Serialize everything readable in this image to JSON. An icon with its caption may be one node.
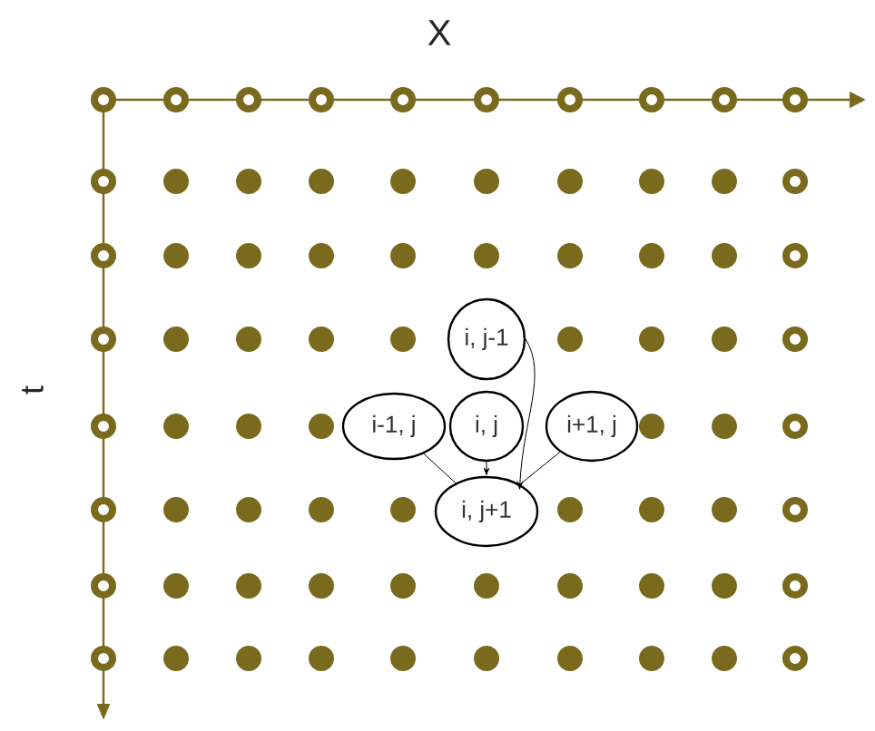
{
  "diagram": {
    "nodes": [
      {
        "text": [
          "i, j-1"
        ]
      },
      {
        "text": [
          "i-1, j"
        ]
      },
      {
        "text": [
          "i, j"
        ]
      },
      {
        "text": [
          "i+1, j"
        ]
      },
      {
        "text": [
          "i, j+1"
        ]
      }
    ],
    "edges": [
      {
        "from": 1,
        "to": 4,
        "arrow": "none"
      },
      {
        "from": 2,
        "to": 4,
        "arrow": "to"
      },
      {
        "from": 0,
        "to": 4,
        "arrow": "to"
      },
      {
        "from": 3,
        "to": 4,
        "arrow": "none"
      }
    ],
    "labels": [
      "X",
      "t"
    ]
  }
}
